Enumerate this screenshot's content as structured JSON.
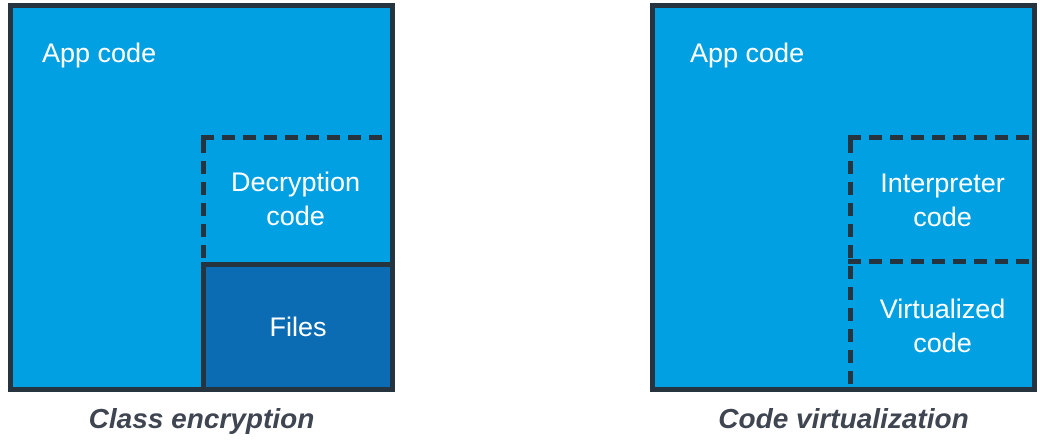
{
  "colors": {
    "background": "#ffffff",
    "box_fill": "#00a0e3",
    "files_fill": "#0b6cb4",
    "line": "#263440",
    "label": "#ffffff",
    "caption": "#3f4651"
  },
  "diagrams": {
    "left": {
      "app_code_label": "App code",
      "decryption_label": "Decryption code",
      "files_label": "Files",
      "caption": "Class encryption"
    },
    "right": {
      "app_code_label": "App code",
      "interpreter_label": "Interpreter code",
      "virtualized_label": "Virtualized code",
      "caption": "Code virtualization"
    }
  }
}
